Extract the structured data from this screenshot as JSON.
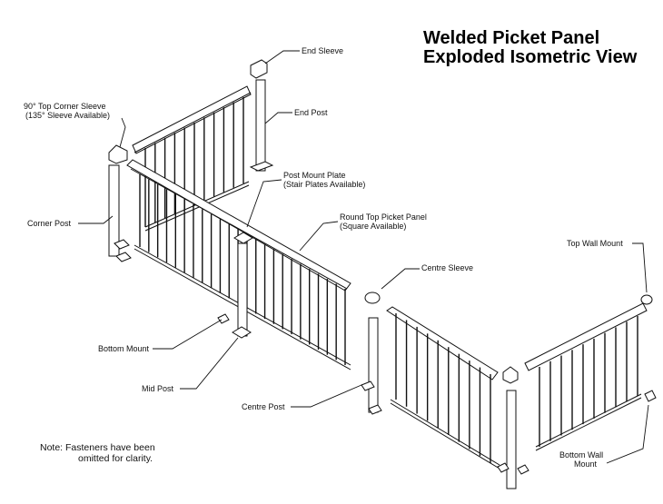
{
  "title": {
    "line1": "Welded Picket Panel",
    "line2": "Exploded Isometric View"
  },
  "callouts": {
    "end_sleeve": "End Sleeve",
    "end_post": "End Post",
    "corner_sleeve_line1": "90° Top Corner  Sleeve",
    "corner_sleeve_line2": "(135° Sleeve Available)",
    "corner_post": "Corner Post",
    "post_mount_plate_line1": "Post Mount Plate",
    "post_mount_plate_line2": "(Stair Plates Available)",
    "picket_panel_line1": "Round Top Picket Panel",
    "picket_panel_line2": "(Square Available)",
    "top_wall_mount": "Top Wall Mount",
    "centre_sleeve": "Centre Sleeve",
    "bottom_mount": "Bottom Mount",
    "mid_post": "Mid Post",
    "centre_post": "Centre Post",
    "bottom_wall_mount_line1": "Bottom Wall",
    "bottom_wall_mount_line2": "Mount"
  },
  "note": {
    "line1": "Note:  Fasteners have been",
    "line2": "omitted for clarity."
  }
}
